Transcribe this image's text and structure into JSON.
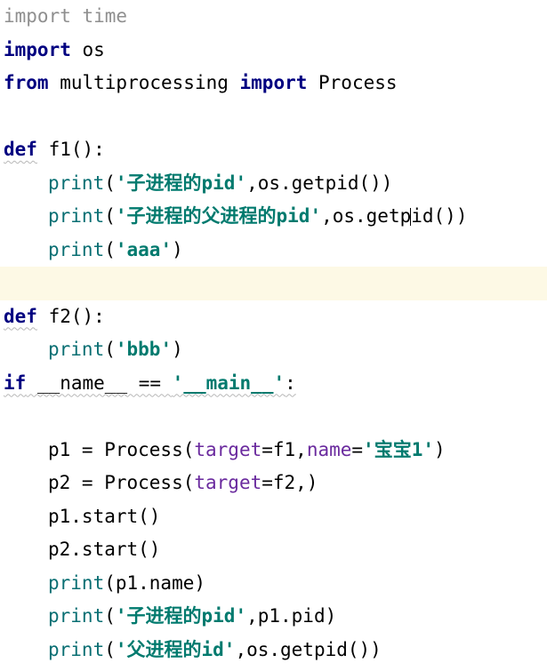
{
  "editor": {
    "language": "python",
    "current_line_highlight": "#fdf9e5",
    "colors": {
      "keyword": "#000080",
      "builtin": "#0a6f73",
      "string": "#007a6e",
      "parameter": "#6a2a9e",
      "unused_import": "#8f8f8f"
    },
    "lines": {
      "l1": {
        "kw": "import",
        "rest": " time"
      },
      "l2": {
        "kw": "import",
        "rest": " os"
      },
      "l3": {
        "kw1": "from",
        "mod": " multiprocessing ",
        "kw2": "import",
        "rest": " Process"
      },
      "l5": {
        "kw": "def",
        "rest": " f1():"
      },
      "l6": {
        "fn": "print",
        "open": "(",
        "str": "'子进程的pid'",
        "rest": ",os.getpid())"
      },
      "l7": {
        "fn": "print",
        "open": "(",
        "str": "'子进程的父进程的pid'",
        "rest_a": ",os.getp",
        "rest_b": "id())"
      },
      "l8": {
        "fn": "print",
        "open": "(",
        "str": "'aaa'",
        "rest": ")"
      },
      "l10": {
        "kw": "def",
        "rest": " f2():"
      },
      "l11": {
        "fn": "print",
        "open": "(",
        "str": "'bbb'",
        "rest": ")"
      },
      "l12": {
        "kw": "if",
        "mid": " __name__ == ",
        "str": "'__main__'",
        "rest": ":"
      },
      "l14": {
        "a": "p1 = Process(",
        "p1": "target",
        "b": "=f1,",
        "p2": "name",
        "c": "=",
        "str": "'宝宝1'",
        "d": ")"
      },
      "l15": {
        "a": "p2 = Process(",
        "p1": "target",
        "b": "=f2,)"
      },
      "l16": {
        "text": "p1.start()"
      },
      "l17": {
        "text": "p2.start()"
      },
      "l18": {
        "fn": "print",
        "rest": "(p1.name)"
      },
      "l19": {
        "fn": "print",
        "open": "(",
        "str": "'子进程的pid'",
        "rest": ",p1.pid)"
      },
      "l20": {
        "fn": "print",
        "open": "(",
        "str": "'父进程的id'",
        "rest": ",os.getpid())"
      }
    }
  }
}
